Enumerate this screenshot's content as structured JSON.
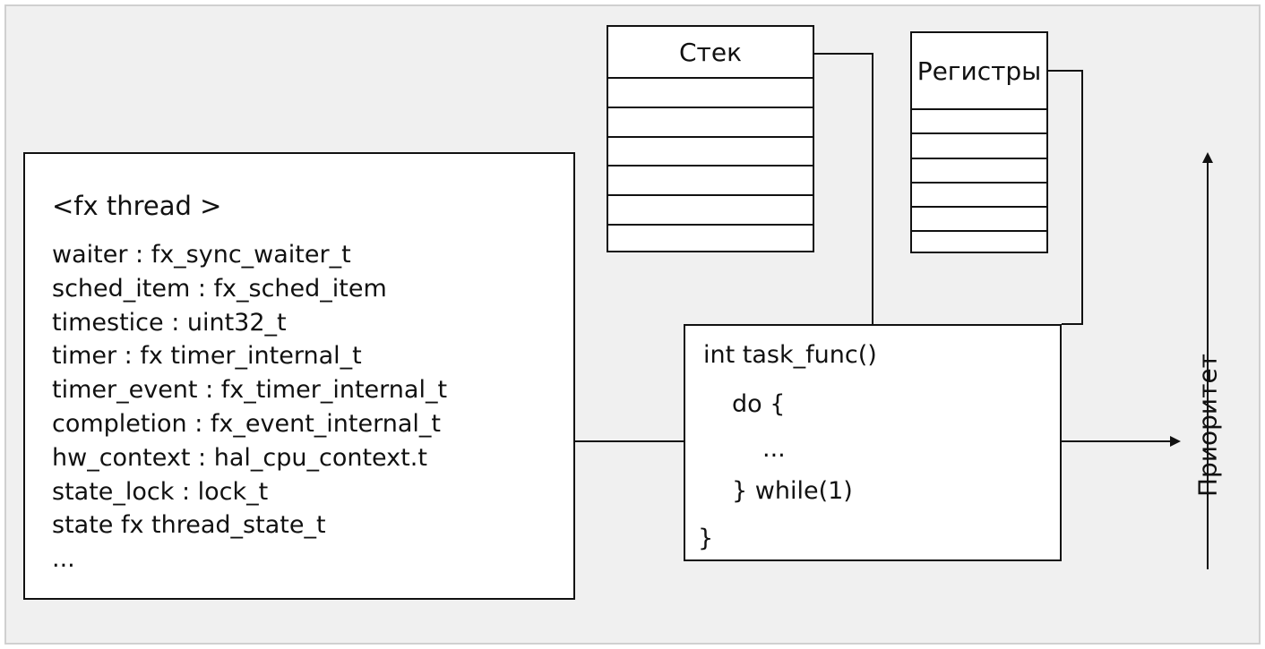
{
  "thread": {
    "title": "<fx thread >",
    "fields": [
      "waiter : fx_sync_waiter_t",
      "sched_item : fx_sched_item",
      "timestice : uint32_t",
      "timer : fx timer_internal_t",
      "timer_event : fx_timer_internal_t",
      "completion : fx_event_internal_t",
      "hw_context : hal_cpu_context.t",
      "state_lock : lock_t",
      "state fx thread_state_t",
      "..."
    ]
  },
  "stack": {
    "title": "Стек",
    "rows": 6
  },
  "registers": {
    "title": "Регистры",
    "rows": 6
  },
  "task": {
    "signature": "int task_func()",
    "do_line": "do {",
    "body_line": "...",
    "while_line": "} while(1)",
    "close_line": "}"
  },
  "priority_label": "Приоритет"
}
